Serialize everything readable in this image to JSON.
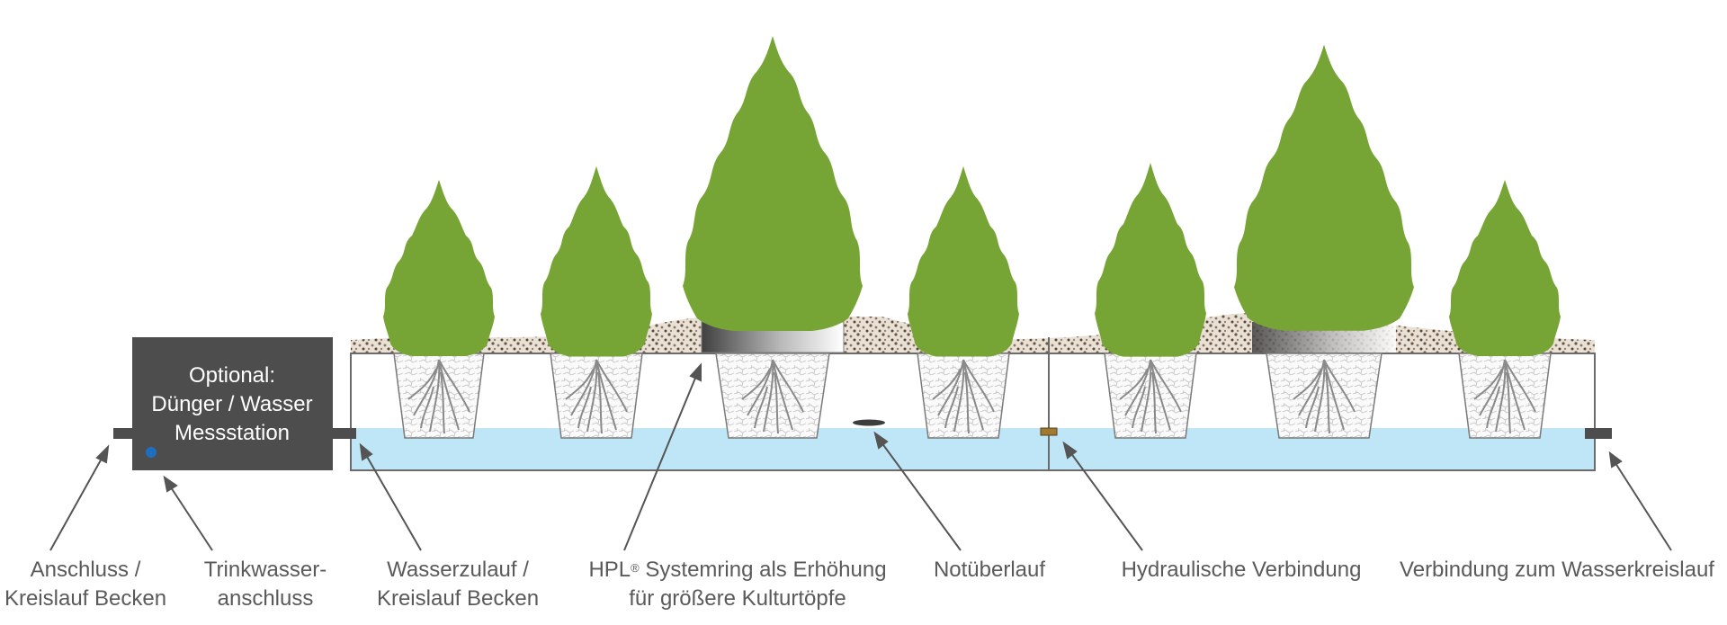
{
  "station": {
    "line1": "Optional:",
    "line2": "Dünger / Wasser",
    "line3": "Messstation"
  },
  "labels": {
    "anschluss": {
      "line1": "Anschluss /",
      "line2": "Kreislauf Becken"
    },
    "trinkwasser": {
      "line1": "Trinkwasser-",
      "line2": "anschluss"
    },
    "wasserzulauf": {
      "line1": "Wasserzulauf /",
      "line2": "Kreislauf Becken"
    },
    "hpl": {
      "brand": "HPL",
      "reg": "®",
      "line1_rest": " Systemring als Erhöhung",
      "line2": "für größere Kulturtöpfe"
    },
    "notueberlauf": {
      "line1": "Notüberlauf"
    },
    "hydraulisch": {
      "line1": "Hydraulische Verbindung"
    },
    "wasserkreislauf": {
      "line1": "Verbindung zum Wasserkreislauf"
    }
  },
  "colors": {
    "foliage": "#77a535",
    "water": "#bfe6f6",
    "station": "#4d4d4d",
    "outline": "#6b6b6b",
    "text": "#5a5a5a",
    "blue_dot": "#1f6fc0"
  }
}
